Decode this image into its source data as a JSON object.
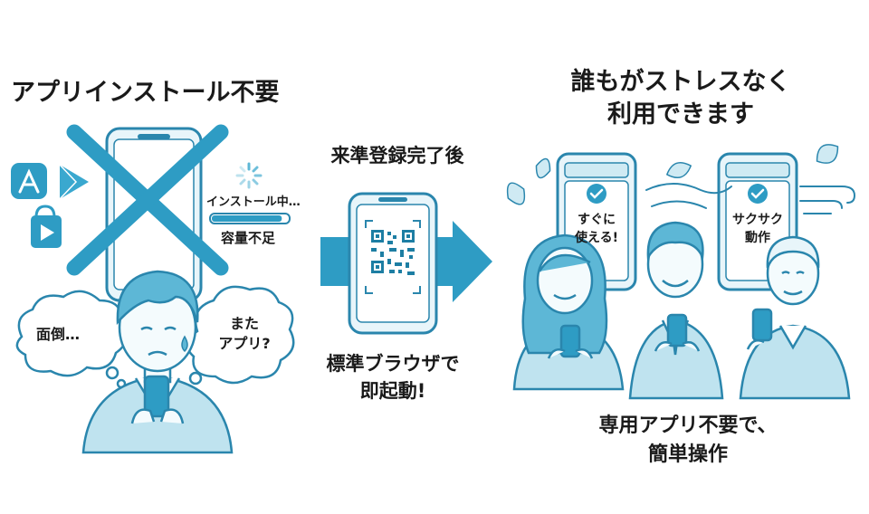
{
  "colors": {
    "accent": "#2e9cc4",
    "accent_dark": "#1d7ea3",
    "light_fill": "#cfeaf3",
    "line": "#2a86ad"
  },
  "left_panel": {
    "title": "アプリインストール不要",
    "progress_label": "インストール中…",
    "progress_value": 0.92,
    "storage_label": "容量不足",
    "bubble_left": "面倒…",
    "bubble_right_line1": "また",
    "bubble_right_line2": "アプリ?",
    "icons": [
      "app-store-icon",
      "play-store-icon",
      "shopping-bag-play-icon",
      "loading-spinner-icon"
    ]
  },
  "middle_panel": {
    "title": "来準登録完了後",
    "caption_line1": "標準ブラウザで",
    "caption_line2": "即起動!",
    "icons": [
      "qr-code-icon",
      "arrow-right-icon"
    ]
  },
  "right_panel": {
    "title_line1": "誰もがストレスなく",
    "title_line2": "利用できます",
    "phone1_line1": "すぐに",
    "phone1_line2": "使える!",
    "phone2_line1": "サクサク",
    "phone2_line2": "動作",
    "caption_line1": "専用アプリ不要で、",
    "caption_line2": "簡単操作",
    "icons": [
      "check-icon",
      "feather-icon",
      "wind-icon"
    ]
  }
}
